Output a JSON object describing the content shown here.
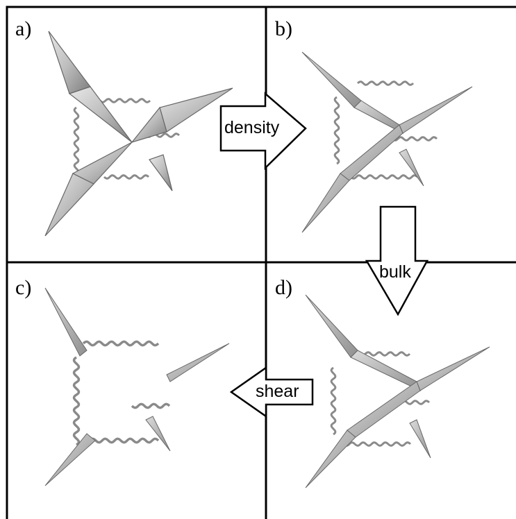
{
  "panels": [
    {
      "label": "a)"
    },
    {
      "label": "b)"
    },
    {
      "label": "c)"
    },
    {
      "label": "d)"
    }
  ],
  "arrows": [
    {
      "label": "density",
      "direction": "right"
    },
    {
      "label": "bulk",
      "direction": "down"
    },
    {
      "label": "shear",
      "direction": "left"
    }
  ],
  "colors": {
    "border": "#000000",
    "cone": "#b8b8b8",
    "spring": "#9a9a9a",
    "arrow_fill": "#ffffff"
  }
}
